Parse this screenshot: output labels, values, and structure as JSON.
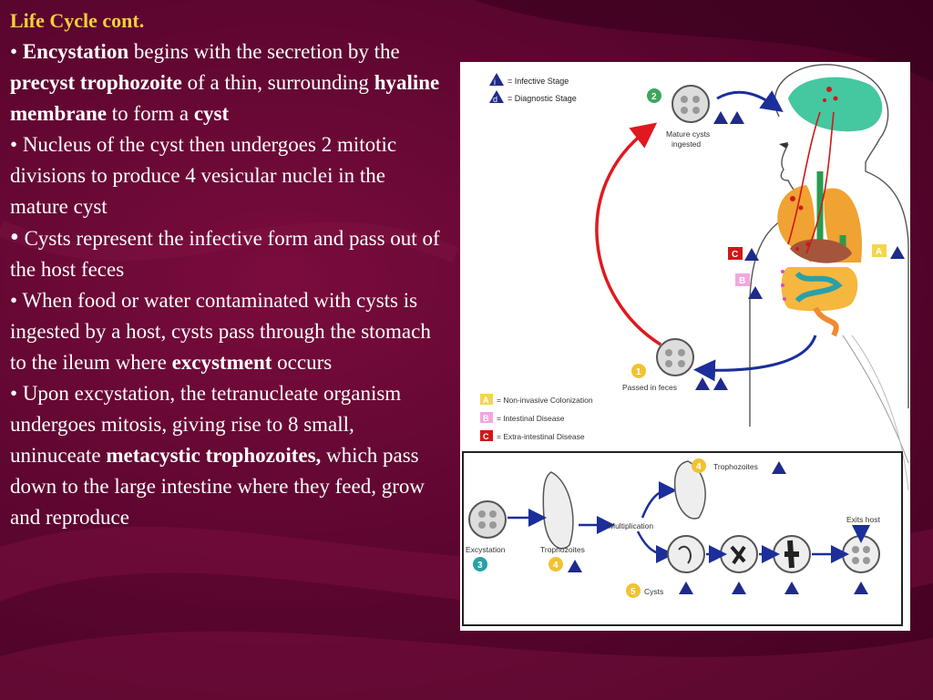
{
  "slide": {
    "title": "Life Cycle cont.",
    "bullets": [
      {
        "b": "•",
        "t1": "Encystation",
        "t2": "  begins with the secretion by the ",
        "t3": "precyst trophozoite",
        "t4": " of a thin, surrounding ",
        "t5": "hyaline membrane",
        "t6": " to form a ",
        "t7": "cyst"
      },
      {
        "b": "•",
        "t1": " Nucleus of the cyst then undergoes 2 mitotic divisions to produce 4 vesicular nuclei in the mature cyst"
      },
      {
        "b": "•",
        "t1": " Cysts represent the infective form and pass out of the host feces"
      },
      {
        "b": "•",
        "t1": " When food or water contaminated with cysts is ingested by a host, cysts pass through the stomach to the ileum where ",
        "t2": "excystment",
        "t3": " occurs"
      },
      {
        "b": "•",
        "t1": " Upon excystation, the tetranucleate organism undergoes mitosis, giving rise to 8 small, uninuceate ",
        "t2": "metacystic trophozoites,",
        "t3": " which pass down to the large intestine where they feed, grow and reproduce"
      }
    ]
  },
  "diagram": {
    "legend_top": {
      "infective": {
        "letter": "i",
        "label": "= Infective Stage"
      },
      "diagnostic": {
        "letter": "d",
        "label": "= Diagnostic Stage"
      }
    },
    "stage2": {
      "num": "2",
      "label1": "Mature cysts",
      "label2": "ingested"
    },
    "stage1": {
      "num": "1",
      "label": "Passed in feces"
    },
    "markers": {
      "c": "C",
      "b": "B",
      "a": "A"
    },
    "legend_bottom": [
      {
        "letter": "A",
        "label": "= Non-invasive Colonization",
        "color": "#f3d64b"
      },
      {
        "letter": "B",
        "label": "= Intestinal Disease",
        "color": "#f2a8dc"
      },
      {
        "letter": "C",
        "label": "= Extra-intestinal Disease",
        "color": "#d01818"
      }
    ],
    "inset": {
      "excystation": "Excystation",
      "trophozoites": "Trophozoites",
      "multiplication": "Multiplication",
      "trophozoites_top": "Trophozoites",
      "exits_host": "Exits host",
      "cysts": "Cysts",
      "num3": "3",
      "num4": "4",
      "num4b": "4",
      "num5": "5"
    },
    "colors": {
      "infective": "#1f2a8a",
      "red_arrow": "#e0191f",
      "blue_arrow": "#1b2e9a",
      "stage_num": "#f1c232"
    }
  }
}
